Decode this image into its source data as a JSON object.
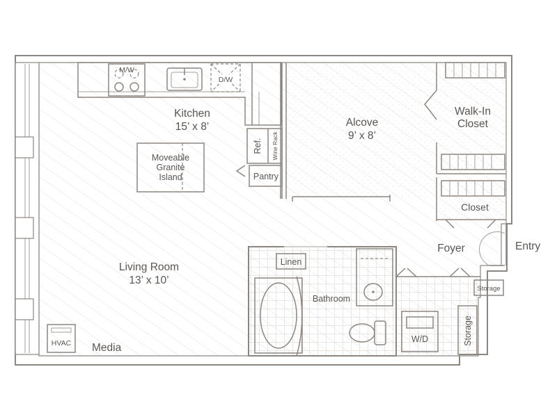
{
  "colors": {
    "wall": "#8d8680",
    "floor_wood": "#ffffff",
    "wood_hatch": "#d9d5d1",
    "tile_grid": "#d6d1cc",
    "text": "#5a5551"
  },
  "rooms": {
    "kitchen": {
      "name": "Kitchen",
      "size": "15’ x 8’"
    },
    "alcove": {
      "name": "Alcove",
      "size": "9’ x 8’"
    },
    "walk_in_closet": {
      "line1": "Walk-In",
      "line2": "Closet"
    },
    "closet": {
      "name": "Closet"
    },
    "foyer": {
      "name": "Foyer"
    },
    "entry": {
      "name": "Entry"
    },
    "living_room": {
      "name": "Living Room",
      "size": "13’ x 10’"
    },
    "bathroom": {
      "name": "Bathroom"
    }
  },
  "fixtures": {
    "microwave": "M/W",
    "dishwasher": "D/W",
    "refrigerator": "Ref.",
    "wine_rack": "Wine Rack",
    "pantry": "Pantry",
    "island": {
      "line1": "Moveable",
      "line2": "Granite",
      "line3": "Island"
    },
    "linen": "Linen",
    "storage_top": "Storage",
    "storage_side": "Storage",
    "washer_dryer": "W/D",
    "hvac": "HVAC",
    "media": "Media"
  }
}
